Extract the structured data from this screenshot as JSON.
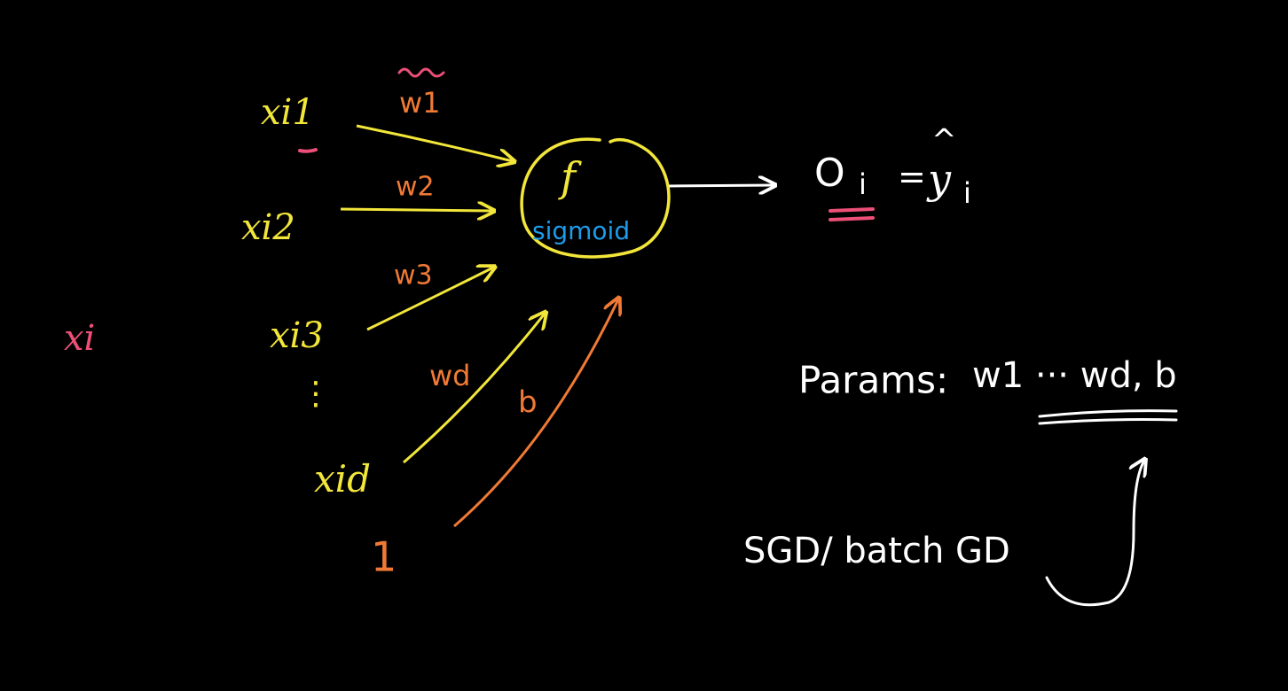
{
  "colors": {
    "background": "#000000",
    "inputs": "#f2e63a",
    "weights": "#f07a35",
    "highlight": "#ec4f77",
    "activation": "#1e9bea",
    "output": "#ffffff",
    "bias": "#f07a35"
  },
  "inputs": {
    "vector_label": "xi",
    "x1": "xi1",
    "x2": "xi2",
    "x3": "xi3",
    "dots": "⋮",
    "xd": "xid",
    "bias_input": "1"
  },
  "weights": {
    "w1": "w1",
    "w2": "w2",
    "w3": "w3",
    "wd": "wd",
    "b": "b"
  },
  "neuron": {
    "function": "f",
    "activation": "sigmoid"
  },
  "output": {
    "o": "O",
    "o_sub": "i",
    "equals": "=",
    "yhat": "y",
    "hat": "^",
    "yhat_sub": "i"
  },
  "params": {
    "label": "Params:",
    "values": "w1 ··· wd, b"
  },
  "training": {
    "label": "SGD/ batch GD"
  }
}
